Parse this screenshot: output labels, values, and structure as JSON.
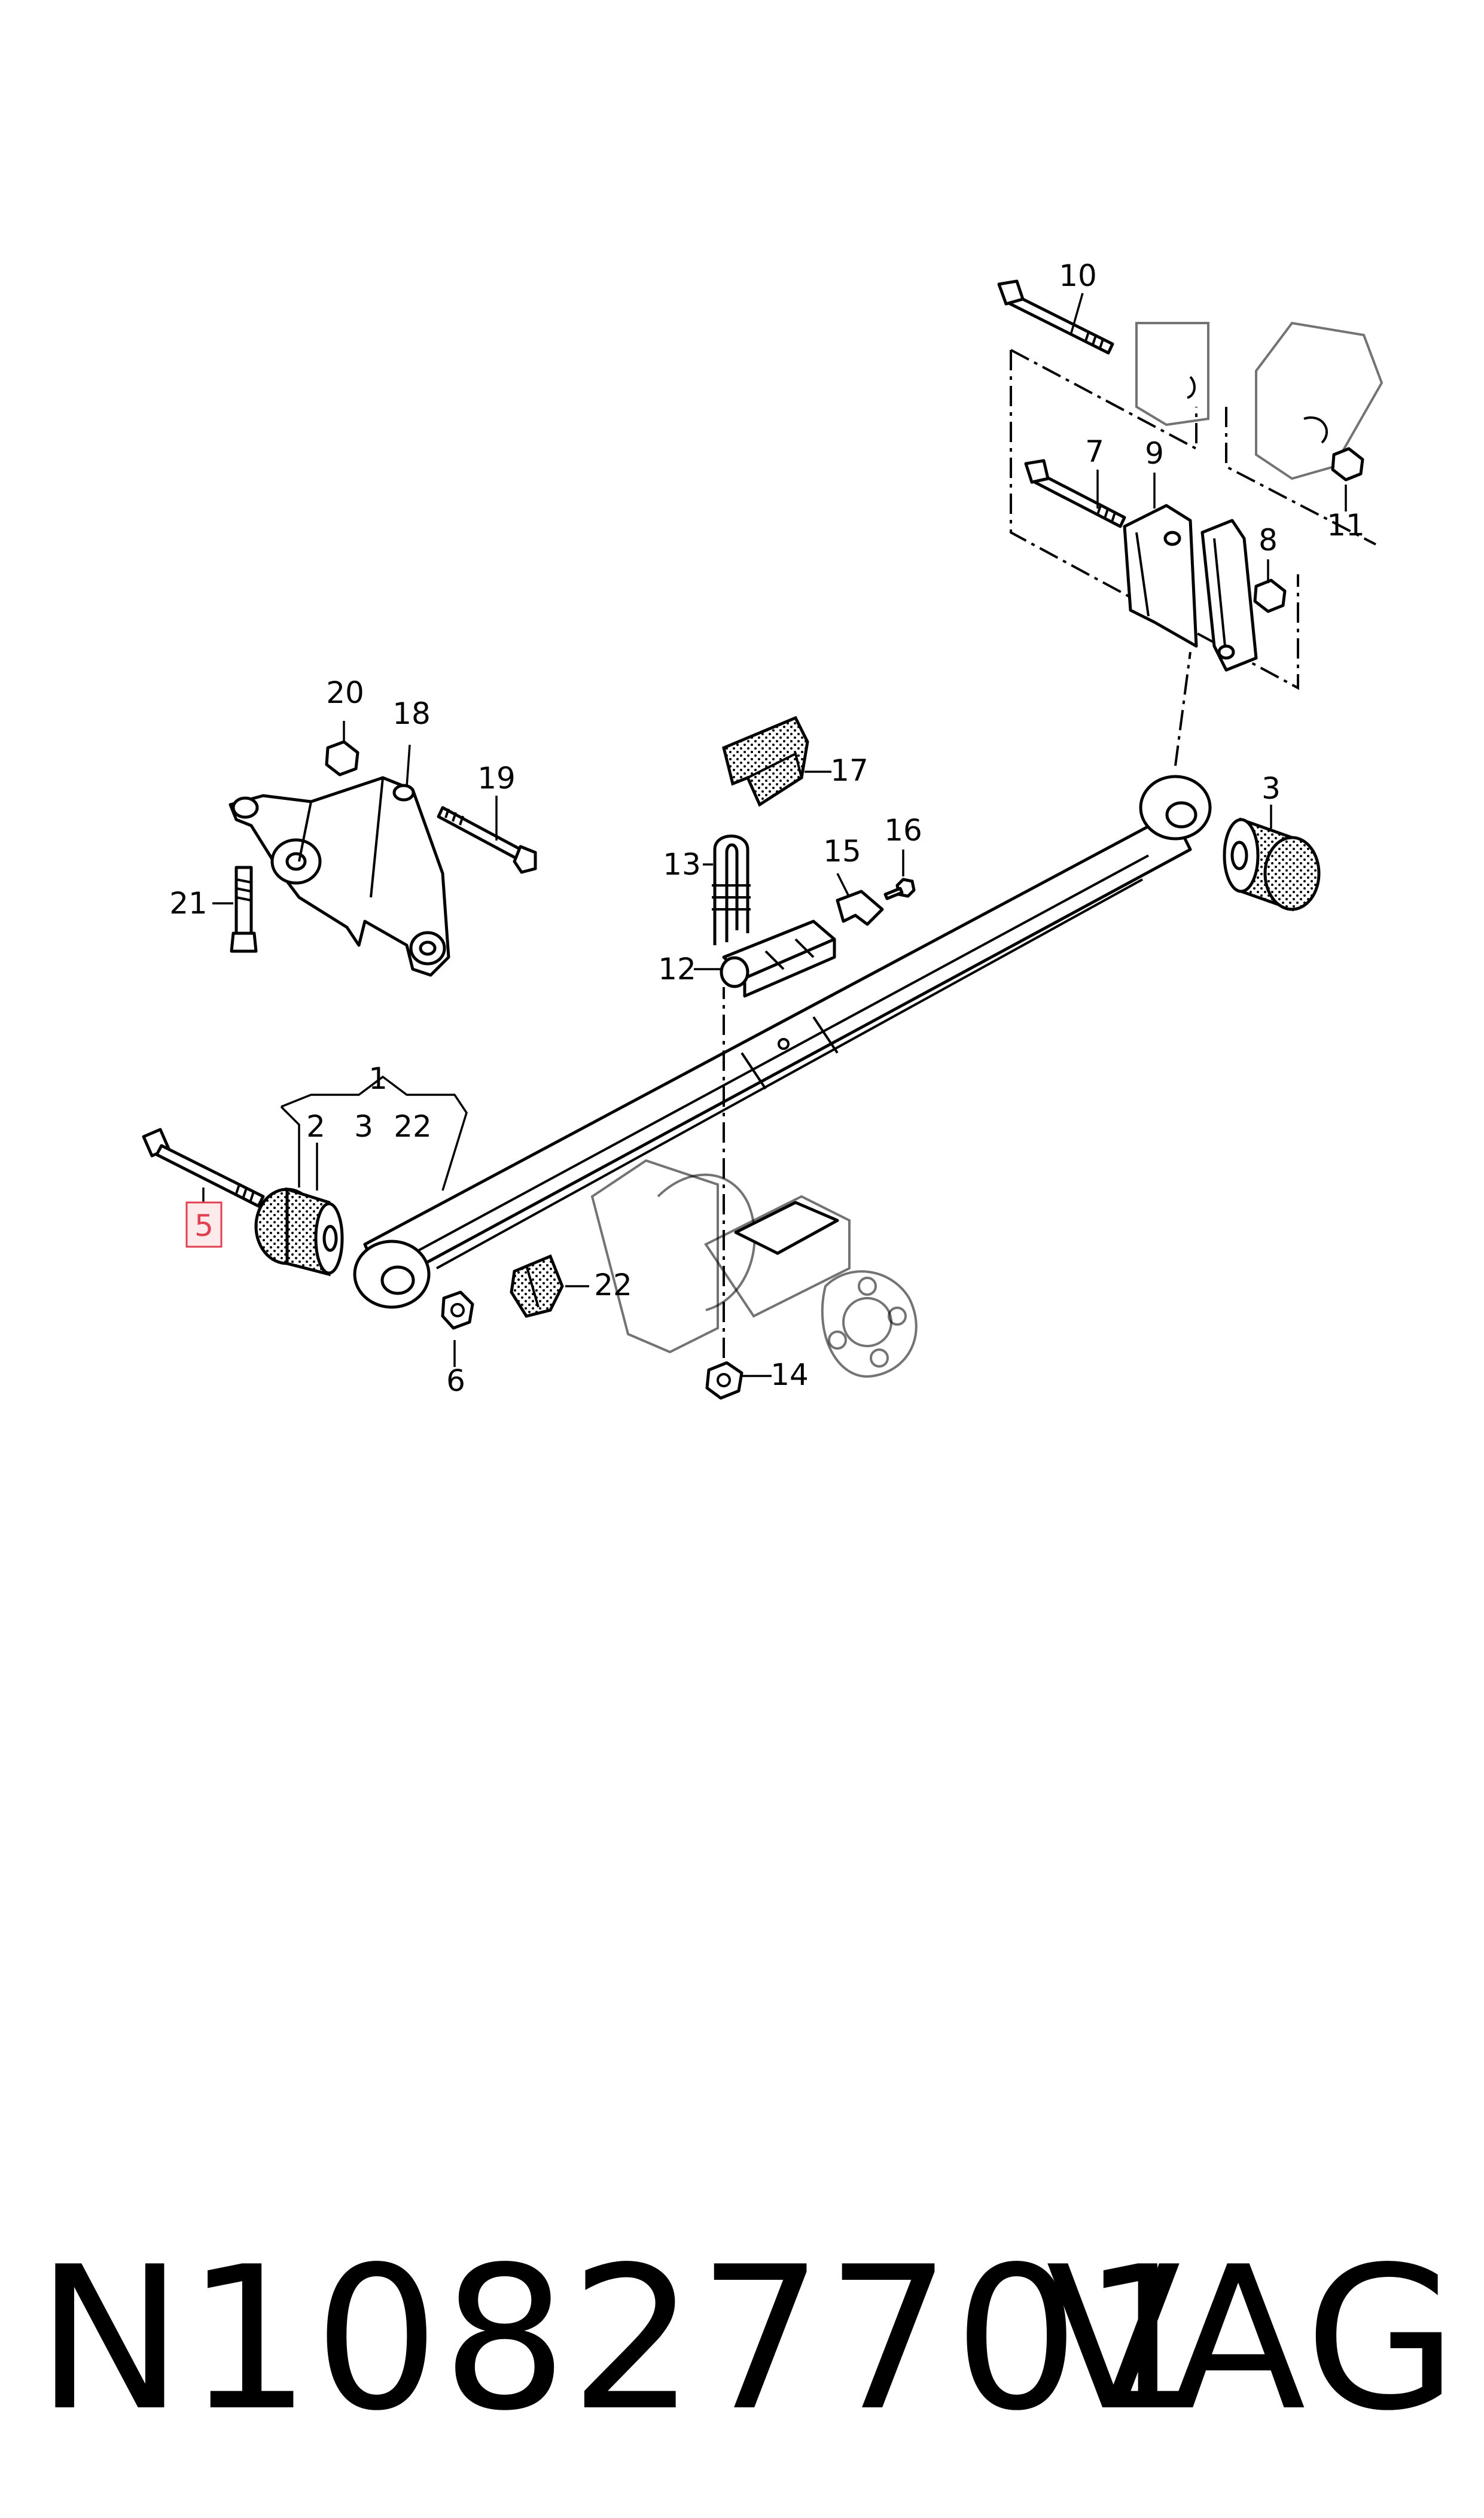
{
  "labels": {
    "l1": "1",
    "l2": "2",
    "l3": "3",
    "l3b": "3",
    "l5": "5",
    "l6": "6",
    "l7": "7",
    "l8": "8",
    "l9": "9",
    "l10": "10",
    "l11": "11",
    "l12": "12",
    "l13": "13",
    "l14": "14",
    "l15": "15",
    "l16": "16",
    "l17": "17",
    "l18": "18",
    "l19": "19",
    "l20": "20",
    "l21": "21",
    "l22": "22",
    "l22b": "22"
  },
  "highlight": {
    "label": "5",
    "color": "#e04050"
  },
  "footer": {
    "part_number": "N10827701",
    "brand": "VAG"
  }
}
